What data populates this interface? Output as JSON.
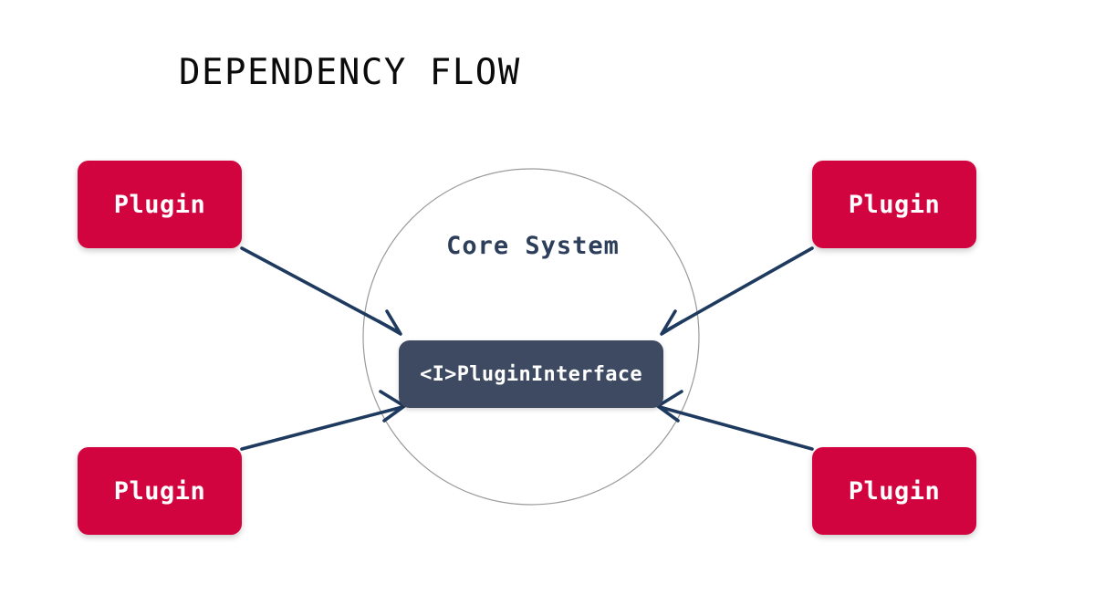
{
  "slide": {
    "title": "DEPENDENCY FLOW",
    "background_color": "#ffffff"
  },
  "core": {
    "label": "Core System",
    "label_color": "#2c3e5a",
    "circle_stroke_color": "#9a9a9a"
  },
  "interface": {
    "label": "<I>PluginInterface",
    "fill_color": "#3d4a61",
    "text_color": "#ffffff"
  },
  "plugins": [
    {
      "id": "top-left",
      "label": "Plugin",
      "fill_color": "#d2043f",
      "text_color": "#ffffff"
    },
    {
      "id": "top-right",
      "label": "Plugin",
      "fill_color": "#d2043f",
      "text_color": "#ffffff"
    },
    {
      "id": "bottom-left",
      "label": "Plugin",
      "fill_color": "#d2043f",
      "text_color": "#ffffff"
    },
    {
      "id": "bottom-right",
      "label": "Plugin",
      "fill_color": "#d2043f",
      "text_color": "#ffffff"
    }
  ],
  "arrows": {
    "color": "#1f3a5f",
    "count": 4,
    "direction": "plugins-to-interface"
  }
}
